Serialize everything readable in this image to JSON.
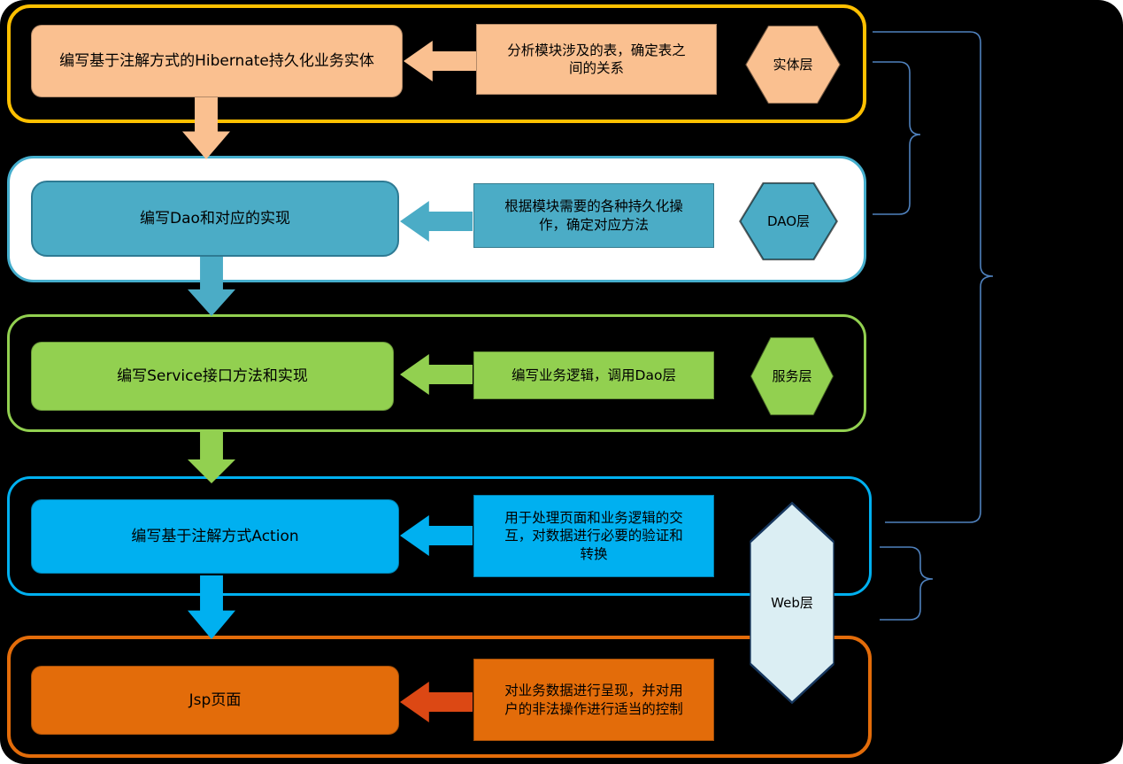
{
  "diagram": {
    "background_color": "#000000",
    "connector_color": "#4F81BD",
    "web_hex": {
      "label": "Web层",
      "fill": "#DBEEF3",
      "border": "#17375E"
    },
    "layers": [
      {
        "name": "entity-layer",
        "hex_label": "实体层",
        "task": "编写基于注解方式的Hibernate持久化业务实体",
        "description": "分析模块涉及的表，确定表之间的关系",
        "band_border": "#FFC000",
        "band_fill": "#000000",
        "shape_fill": "#FAC090",
        "arrow_color": "#FAC090"
      },
      {
        "name": "dao-layer",
        "hex_label": "DAO层",
        "task": "编写Dao和对应的实现",
        "description": "根据模块需要的各种持久化操作，确定对应方法",
        "band_border": "#4BACC6",
        "band_fill": "#FFFFFF",
        "shape_fill": "#4BACC6",
        "arrow_color": "#4BACC6"
      },
      {
        "name": "service-layer",
        "hex_label": "服务层",
        "task": "编写Service接口方法和实现",
        "description": "编写业务逻辑，调用Dao层",
        "band_border": "#92D050",
        "band_fill": "#000000",
        "shape_fill": "#92D050",
        "arrow_color": "#92D050"
      },
      {
        "name": "web-layer-action",
        "task": "编写基于注解方式Action",
        "description": "用于处理页面和业务逻辑的交互，对数据进行必要的验证和转换",
        "band_border": "#00B0F0",
        "band_fill": "#000000",
        "shape_fill": "#00B0F0",
        "arrow_color": "#00B0F0"
      },
      {
        "name": "web-layer-jsp",
        "task": "Jsp页面",
        "description": "对业务数据进行呈现，并对用户的非法操作进行适当的控制",
        "band_border": "#E36C0A",
        "band_fill": "#000000",
        "shape_fill": "#E36C0A",
        "arrow_color": "#DC4814"
      }
    ]
  }
}
